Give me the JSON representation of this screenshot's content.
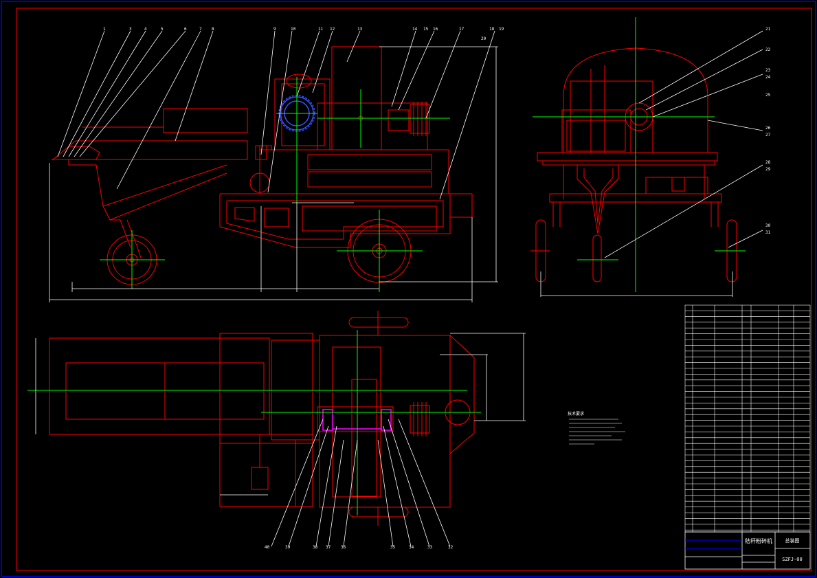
{
  "drawing": {
    "title_cn": "秸秆粉碎机",
    "sheet_name": "总装图",
    "drawing_no": "SZFJ-00",
    "colors": {
      "background": "#000000",
      "outline": "#ff0000",
      "centerline": "#00ff00",
      "dimension": "#ffffff",
      "frame": "#0000ff",
      "gear": "#3355ff",
      "leader": "#ffffff",
      "hatch": "#ff00ff"
    }
  },
  "balloons_top": [
    "1",
    "3",
    "4",
    "5",
    "6",
    "7",
    "8",
    "9",
    "10",
    "11",
    "12",
    "13",
    "14",
    "15",
    "16",
    "17",
    "18",
    "19",
    "20"
  ],
  "balloons_side": [
    "21",
    "22",
    "23",
    "24",
    "25",
    "26",
    "27",
    "28",
    "29",
    "30",
    "31"
  ],
  "balloons_bottom": [
    "40",
    "39",
    "38",
    "37",
    "36",
    "35",
    "34",
    "33",
    "32"
  ],
  "notes": {
    "heading": "技术要求"
  },
  "title_block": {
    "name": "秸秆粉碎机",
    "sheet": "总装图",
    "number": "SZFJ-00"
  }
}
